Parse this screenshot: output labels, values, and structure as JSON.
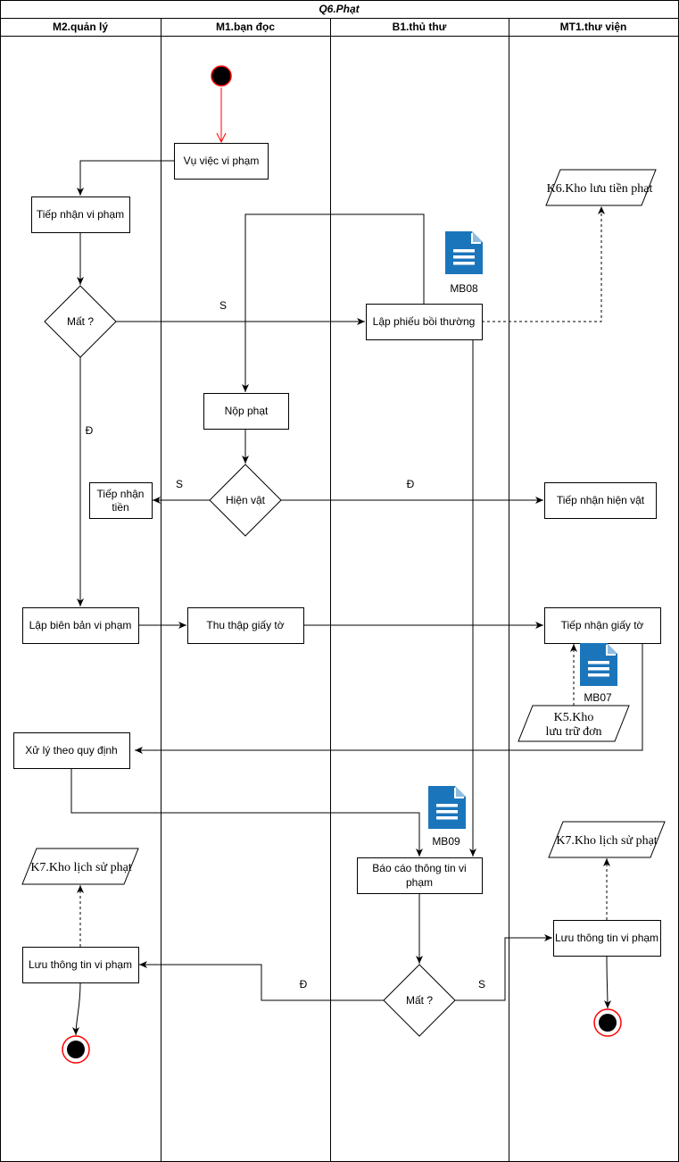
{
  "title": "Q6.Phạt",
  "lanes": [
    "M2.quản lý",
    "M1.bạn đọc",
    "B1.thủ thư",
    "MT1.thư viện"
  ],
  "nodes": {
    "vu_viec": "Vụ việc vi phạm",
    "tiep_nhan_vp": "Tiếp nhận vi phạm",
    "mat1": "Mất ?",
    "lap_phieu": "Lập phiếu bồi thường",
    "nop_phat": "Nộp phạt",
    "hien_vat": "Hiện vật",
    "tiep_nhan_tien_l1": "Tiếp nhận",
    "tiep_nhan_tien_l2": "tiền",
    "tiep_nhan_hv": "Tiếp nhận hiện vật",
    "lap_bien_ban": "Lập biên bản vi phạm",
    "thu_thap": "Thu thập giấy tờ",
    "tiep_nhan_gt": "Tiếp nhận giấy tờ",
    "xu_ly": "Xử lý theo quy định",
    "bao_cao_l1": "Báo cáo thông tin vi",
    "bao_cao_l2": "phạm",
    "mat2": "Mất ?",
    "luu_left": "Lưu thông tin vi phạm",
    "luu_right": "Lưu thông tin vi phạm"
  },
  "stores": {
    "k6": "K6.Kho lưu tiền phạt",
    "k5_l1": "K5.Kho",
    "k5_l2": "lưu trữ đơn",
    "k7_left": "K7.Kho lịch sử phạt",
    "k7_right": "K7.Kho lịch sử phạt"
  },
  "documents": {
    "mb08": "MB08",
    "mb07": "MB07",
    "mb09": "MB09"
  },
  "edge_labels": {
    "mat1_s": "S",
    "mat1_d": "Đ",
    "hienvat_s": "S",
    "hienvat_d": "Đ",
    "mat2_d": "Đ",
    "mat2_s": "S"
  },
  "colors": {
    "start_stroke": "#ff0000",
    "start_arrow": "#ff0000",
    "doc_icon": "#1b75bb"
  }
}
